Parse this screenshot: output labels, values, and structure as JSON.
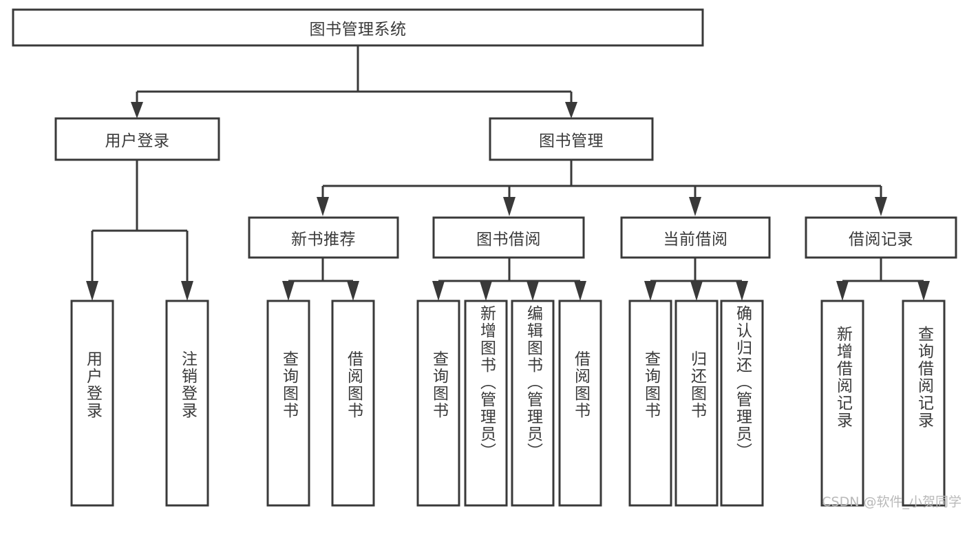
{
  "diagram": {
    "type": "tree",
    "title": "图书管理系统",
    "orientation": "top-down",
    "colors": {
      "box_stroke": "#393939",
      "box_fill": "#ffffff",
      "text": "#3a3a3a",
      "background": "#ffffff",
      "watermark": "#b9b9b9"
    },
    "root": {
      "label": "图书管理系统"
    },
    "level1": [
      {
        "label": "用户登录"
      },
      {
        "label": "图书管理"
      }
    ],
    "level2": [
      {
        "label": "新书推荐"
      },
      {
        "label": "图书借阅"
      },
      {
        "label": "当前借阅"
      },
      {
        "label": "借阅记录"
      }
    ],
    "leaves": {
      "user_login": [
        "用户登录",
        "注销登录"
      ],
      "new_book_recommend": [
        "查询图书",
        "借阅图书"
      ],
      "book_borrow": [
        "查询图书",
        "新增图书（管理员）",
        "编辑图书（管理员）",
        "借阅图书"
      ],
      "current_borrow": [
        "查询图书",
        "归还图书",
        "确认归还（管理员）"
      ],
      "borrow_record": [
        "新增借阅记录",
        "查询借阅记录"
      ]
    }
  },
  "watermark": {
    "text": "CSDN @软件_小贺同学"
  }
}
